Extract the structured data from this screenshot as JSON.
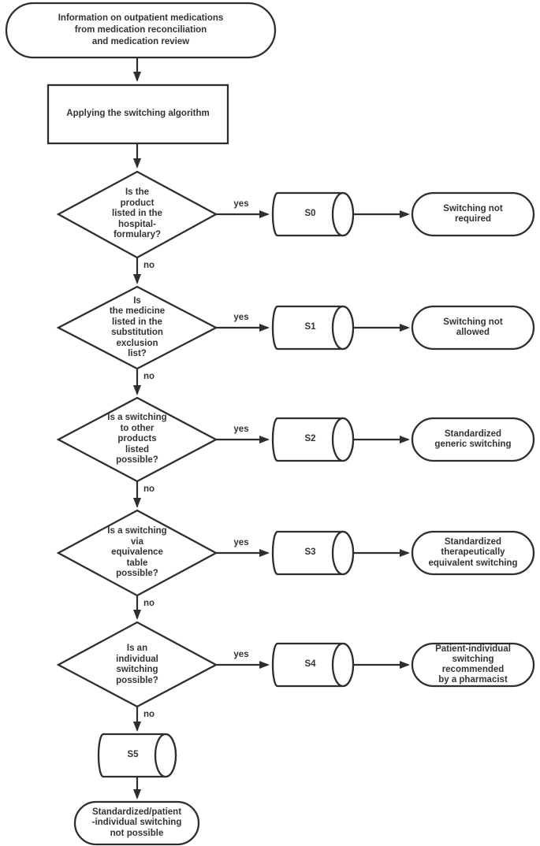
{
  "start": {
    "lines": [
      "Information on outpatient medications",
      "from medication reconciliation",
      "and medication review"
    ]
  },
  "process": {
    "label": "Applying the switching algorithm"
  },
  "rows": [
    {
      "question": [
        "Is the",
        "product",
        "listed in the",
        "hospital-",
        "formulary?"
      ],
      "yes_label": "yes",
      "no_label": "no",
      "step": "S0",
      "outcome": [
        "Switching not",
        "required"
      ]
    },
    {
      "question": [
        "Is",
        "the medicine",
        "listed in the",
        "substitution",
        "exclusion",
        "list?"
      ],
      "yes_label": "yes",
      "no_label": "no",
      "step": "S1",
      "outcome": [
        "Switching not",
        "allowed"
      ]
    },
    {
      "question": [
        "Is a switching",
        "to other",
        "products",
        "listed",
        "possible?"
      ],
      "yes_label": "yes",
      "no_label": "no",
      "step": "S2",
      "outcome": [
        "Standardized",
        "generic switching"
      ]
    },
    {
      "question": [
        "Is a switching",
        "via",
        "equivalence",
        "table",
        "possible?"
      ],
      "yes_label": "yes",
      "no_label": "no",
      "step": "S3",
      "outcome": [
        "Standardized",
        "therapeutically",
        "equivalent switching"
      ]
    },
    {
      "question": [
        "Is an",
        "individual",
        "switching",
        "possible?"
      ],
      "yes_label": "yes",
      "no_label": "no",
      "step": "S4",
      "outcome": [
        "Patient-individual",
        "switching",
        "recommended",
        "by a pharmacist"
      ]
    }
  ],
  "final": {
    "step": "S5",
    "outcome": [
      "Standardized/patient",
      "-individual switching",
      "not possible"
    ]
  },
  "colors": {
    "line": "#2e2e2e",
    "text": "#333333",
    "background": "#ffffff"
  }
}
